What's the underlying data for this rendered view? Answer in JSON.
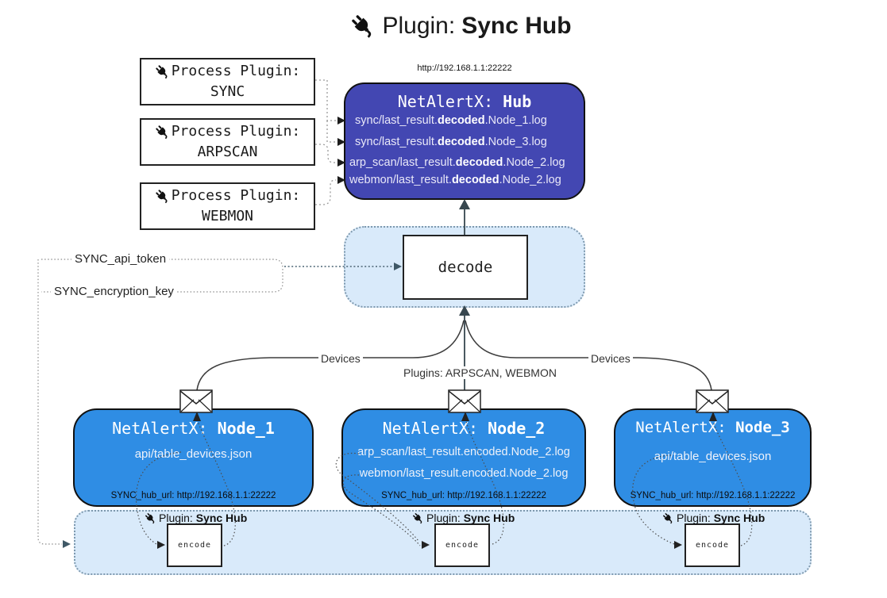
{
  "title": {
    "prefix": "Plugin: ",
    "bold": "Sync Hub"
  },
  "process_plugins": [
    {
      "label": "Process Plugin:",
      "name": "SYNC"
    },
    {
      "label": "Process Plugin:",
      "name": "ARPSCAN"
    },
    {
      "label": "Process Plugin:",
      "name": "WEBMON"
    }
  ],
  "hub": {
    "url": "http://192.168.1.1:22222",
    "title_prefix": "NetAlertX: ",
    "title_bold": "Hub",
    "lines": [
      {
        "pre": "sync/last_result.",
        "bold": "decoded",
        "post": ".Node_1.log"
      },
      {
        "pre": "sync/last_result.",
        "bold": "decoded",
        "post": ".Node_3.log"
      },
      {
        "pre": "arp_scan/last_result.",
        "bold": "decoded",
        "post": ".Node_2.log"
      },
      {
        "pre": "webmon/last_result.",
        "bold": "decoded",
        "post": ".Node_2.log"
      }
    ]
  },
  "decode_label": "decode",
  "secrets": {
    "api_token": "SYNC_api_token",
    "encryption_key": "SYNC_encryption_key"
  },
  "edges": {
    "left_devices": "Devices",
    "center": "Plugins: ARPSCAN, WEBMON",
    "right_devices": "Devices"
  },
  "nodes": [
    {
      "title_prefix": "NetAlertX: ",
      "title_bold": "Node_1",
      "lines": [
        "api/table_devices.json"
      ],
      "hub_url": "SYNC_hub_url: http://192.168.1.1:22222"
    },
    {
      "title_prefix": "NetAlertX: ",
      "title_bold": "Node_2",
      "lines": [
        "arp_scan/last_result.encoded.Node_2.log",
        "webmon/last_result.encoded.Node_2.log"
      ],
      "hub_url": "SYNC_hub_url: http://192.168.1.1:22222"
    },
    {
      "title_prefix": "NetAlertX: ",
      "title_bold": "Node_3",
      "lines": [
        "api/table_devices.json"
      ],
      "hub_url": "SYNC_hub_url: http://192.168.1.1:22222"
    }
  ],
  "encoder": {
    "plugin_prefix": "Plugin: ",
    "plugin_bold": "Sync Hub",
    "box_label": "encode"
  },
  "icons": {
    "plug": "plug-icon",
    "envelope": "envelope-icon"
  },
  "colors": {
    "hub-fill": "#4347b2",
    "node-fill": "#2f8de4",
    "panel-fill": "#d9eafa",
    "panel-border": "#7e99ae",
    "arrow-dark": "#37474f",
    "hub-text": "#e9e8f8"
  }
}
